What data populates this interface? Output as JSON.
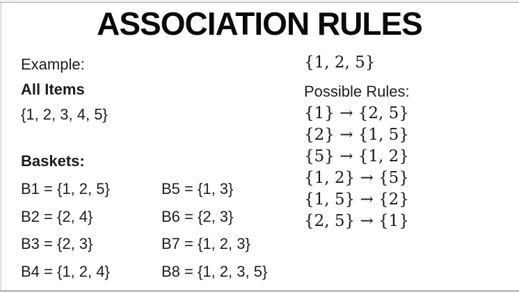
{
  "slide": {
    "title": "ASSOCIATION RULES",
    "example": {
      "label": "Example:",
      "all_items_label": "All Items",
      "all_items_set": "{1, 2, 3, 4, 5}"
    },
    "baskets": {
      "label": "Baskets:",
      "column1": [
        "B1 = {1, 2, 5}",
        "B2 = {2, 4}",
        "B3 = {2, 3}",
        "B4 = {1, 2, 4}"
      ],
      "column2": [
        "B5 = {1, 3}",
        "B6 = {2, 3}",
        "B7 = {1, 2, 3}",
        "B8 = {1, 2, 3, 5}"
      ]
    },
    "rules": {
      "example_set": "{1, 2, 5}",
      "label": "Possible Rules:",
      "items": [
        "{1} → {2, 5}",
        "{2} → {1, 5}",
        "{5} → {1, 2}",
        "{1, 2} → {5}",
        "{1, 5} → {2}",
        "{2, 5} → {1}"
      ]
    },
    "colors": {
      "text": "#1c1c1c",
      "title": "#0a0a0a",
      "frame_border": "#a3a8b1",
      "outer_background": "#eff0f2",
      "bottom_bar": "#bdc0c5"
    }
  }
}
